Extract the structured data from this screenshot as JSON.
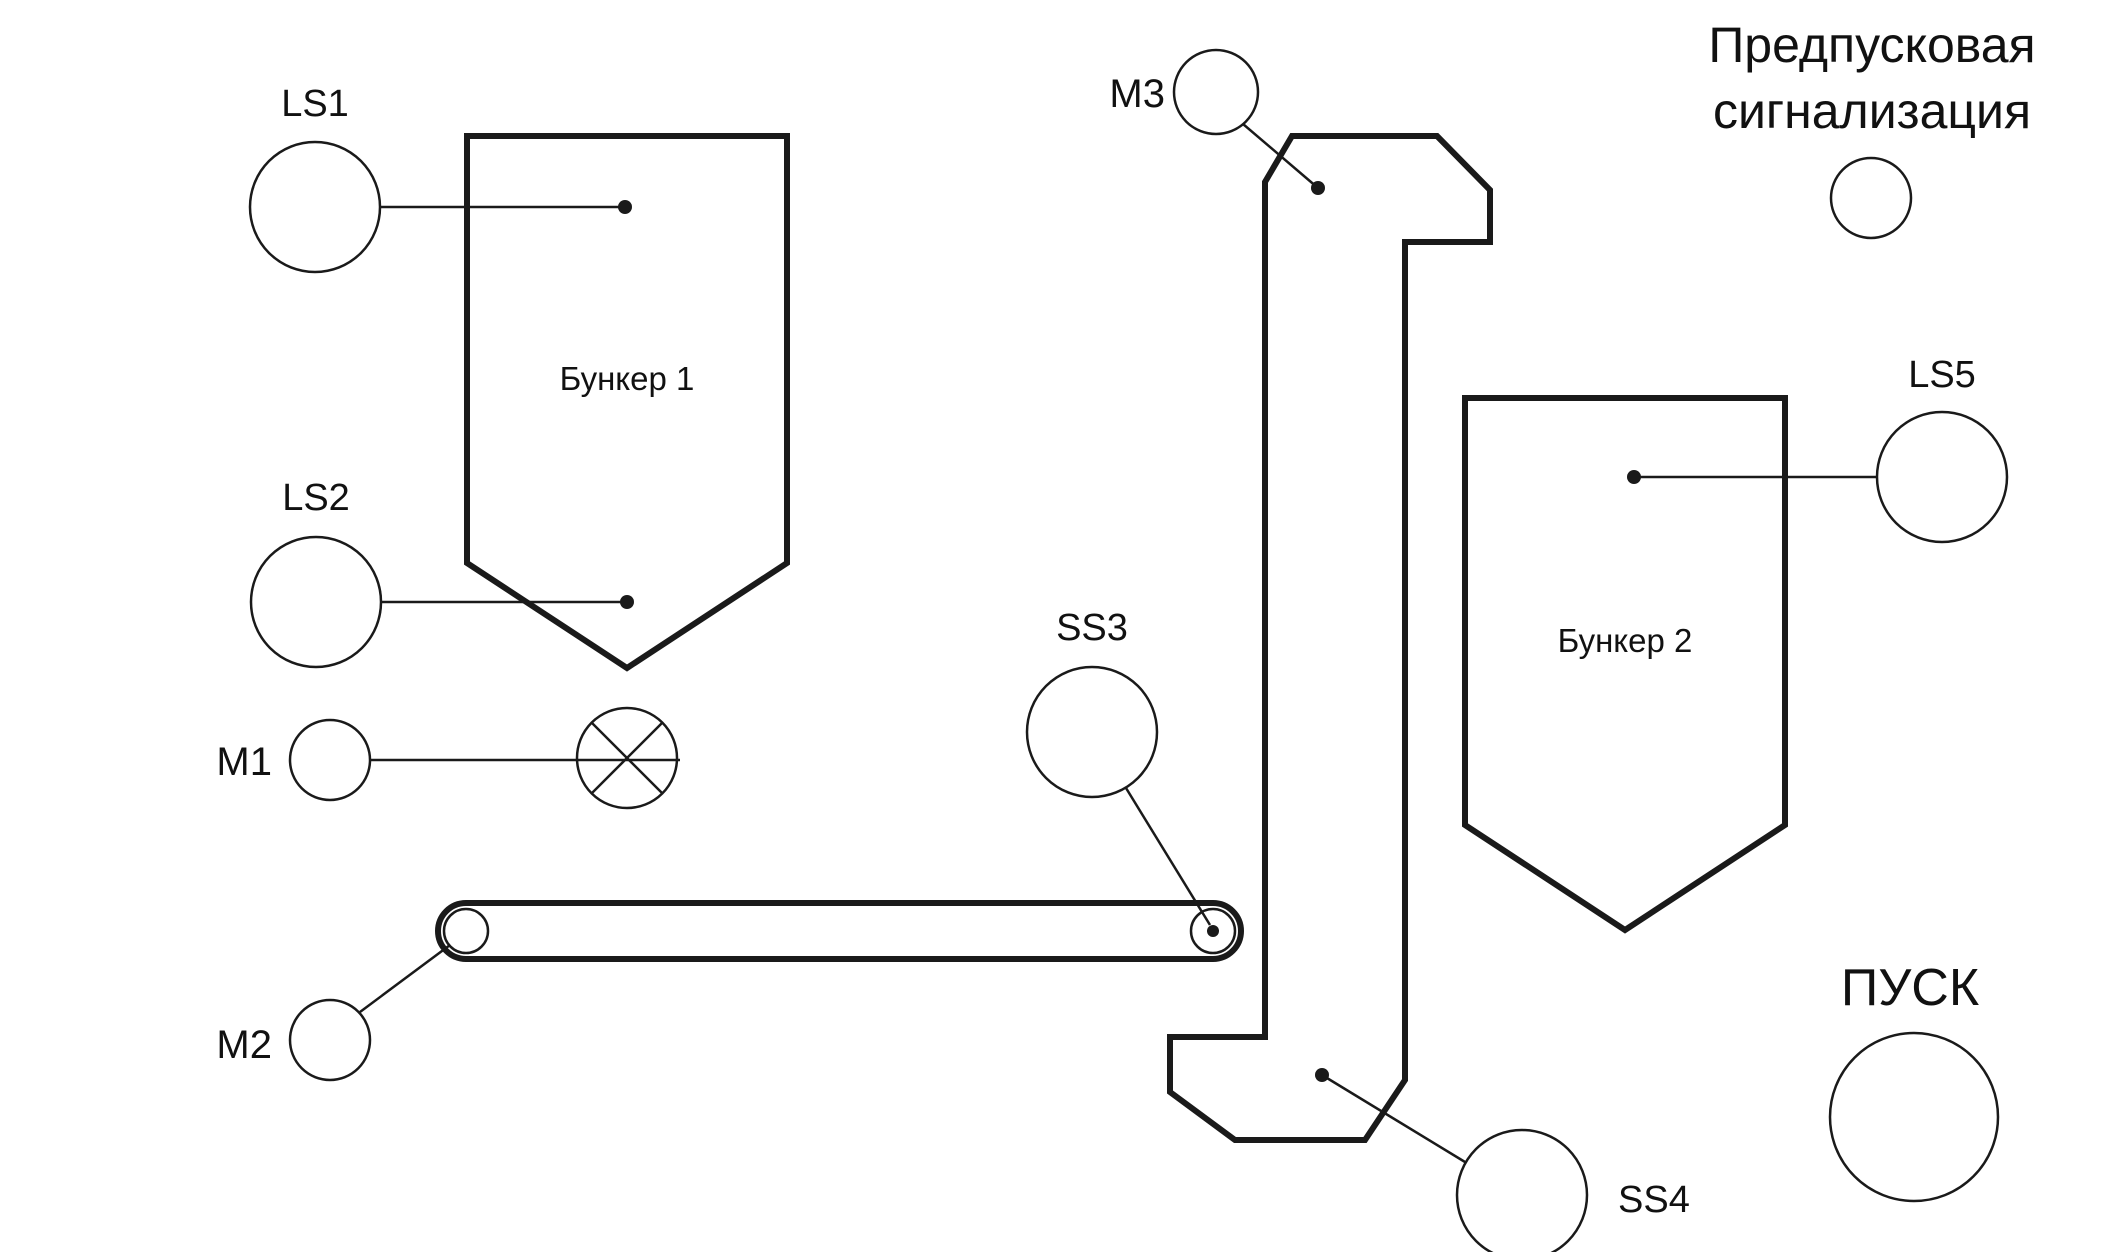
{
  "labels": {
    "ls1": "LS1",
    "ls2": "LS2",
    "ls5": "LS5",
    "m1": "M1",
    "m2": "M2",
    "m3": "M3",
    "ss3": "SS3",
    "ss4": "SS4",
    "bunker1": "Бункер 1",
    "bunker2": "Бункер 2",
    "alarm_line1": "Предпусковая",
    "alarm_line2": "сигнализация",
    "start": "ПУСК"
  }
}
